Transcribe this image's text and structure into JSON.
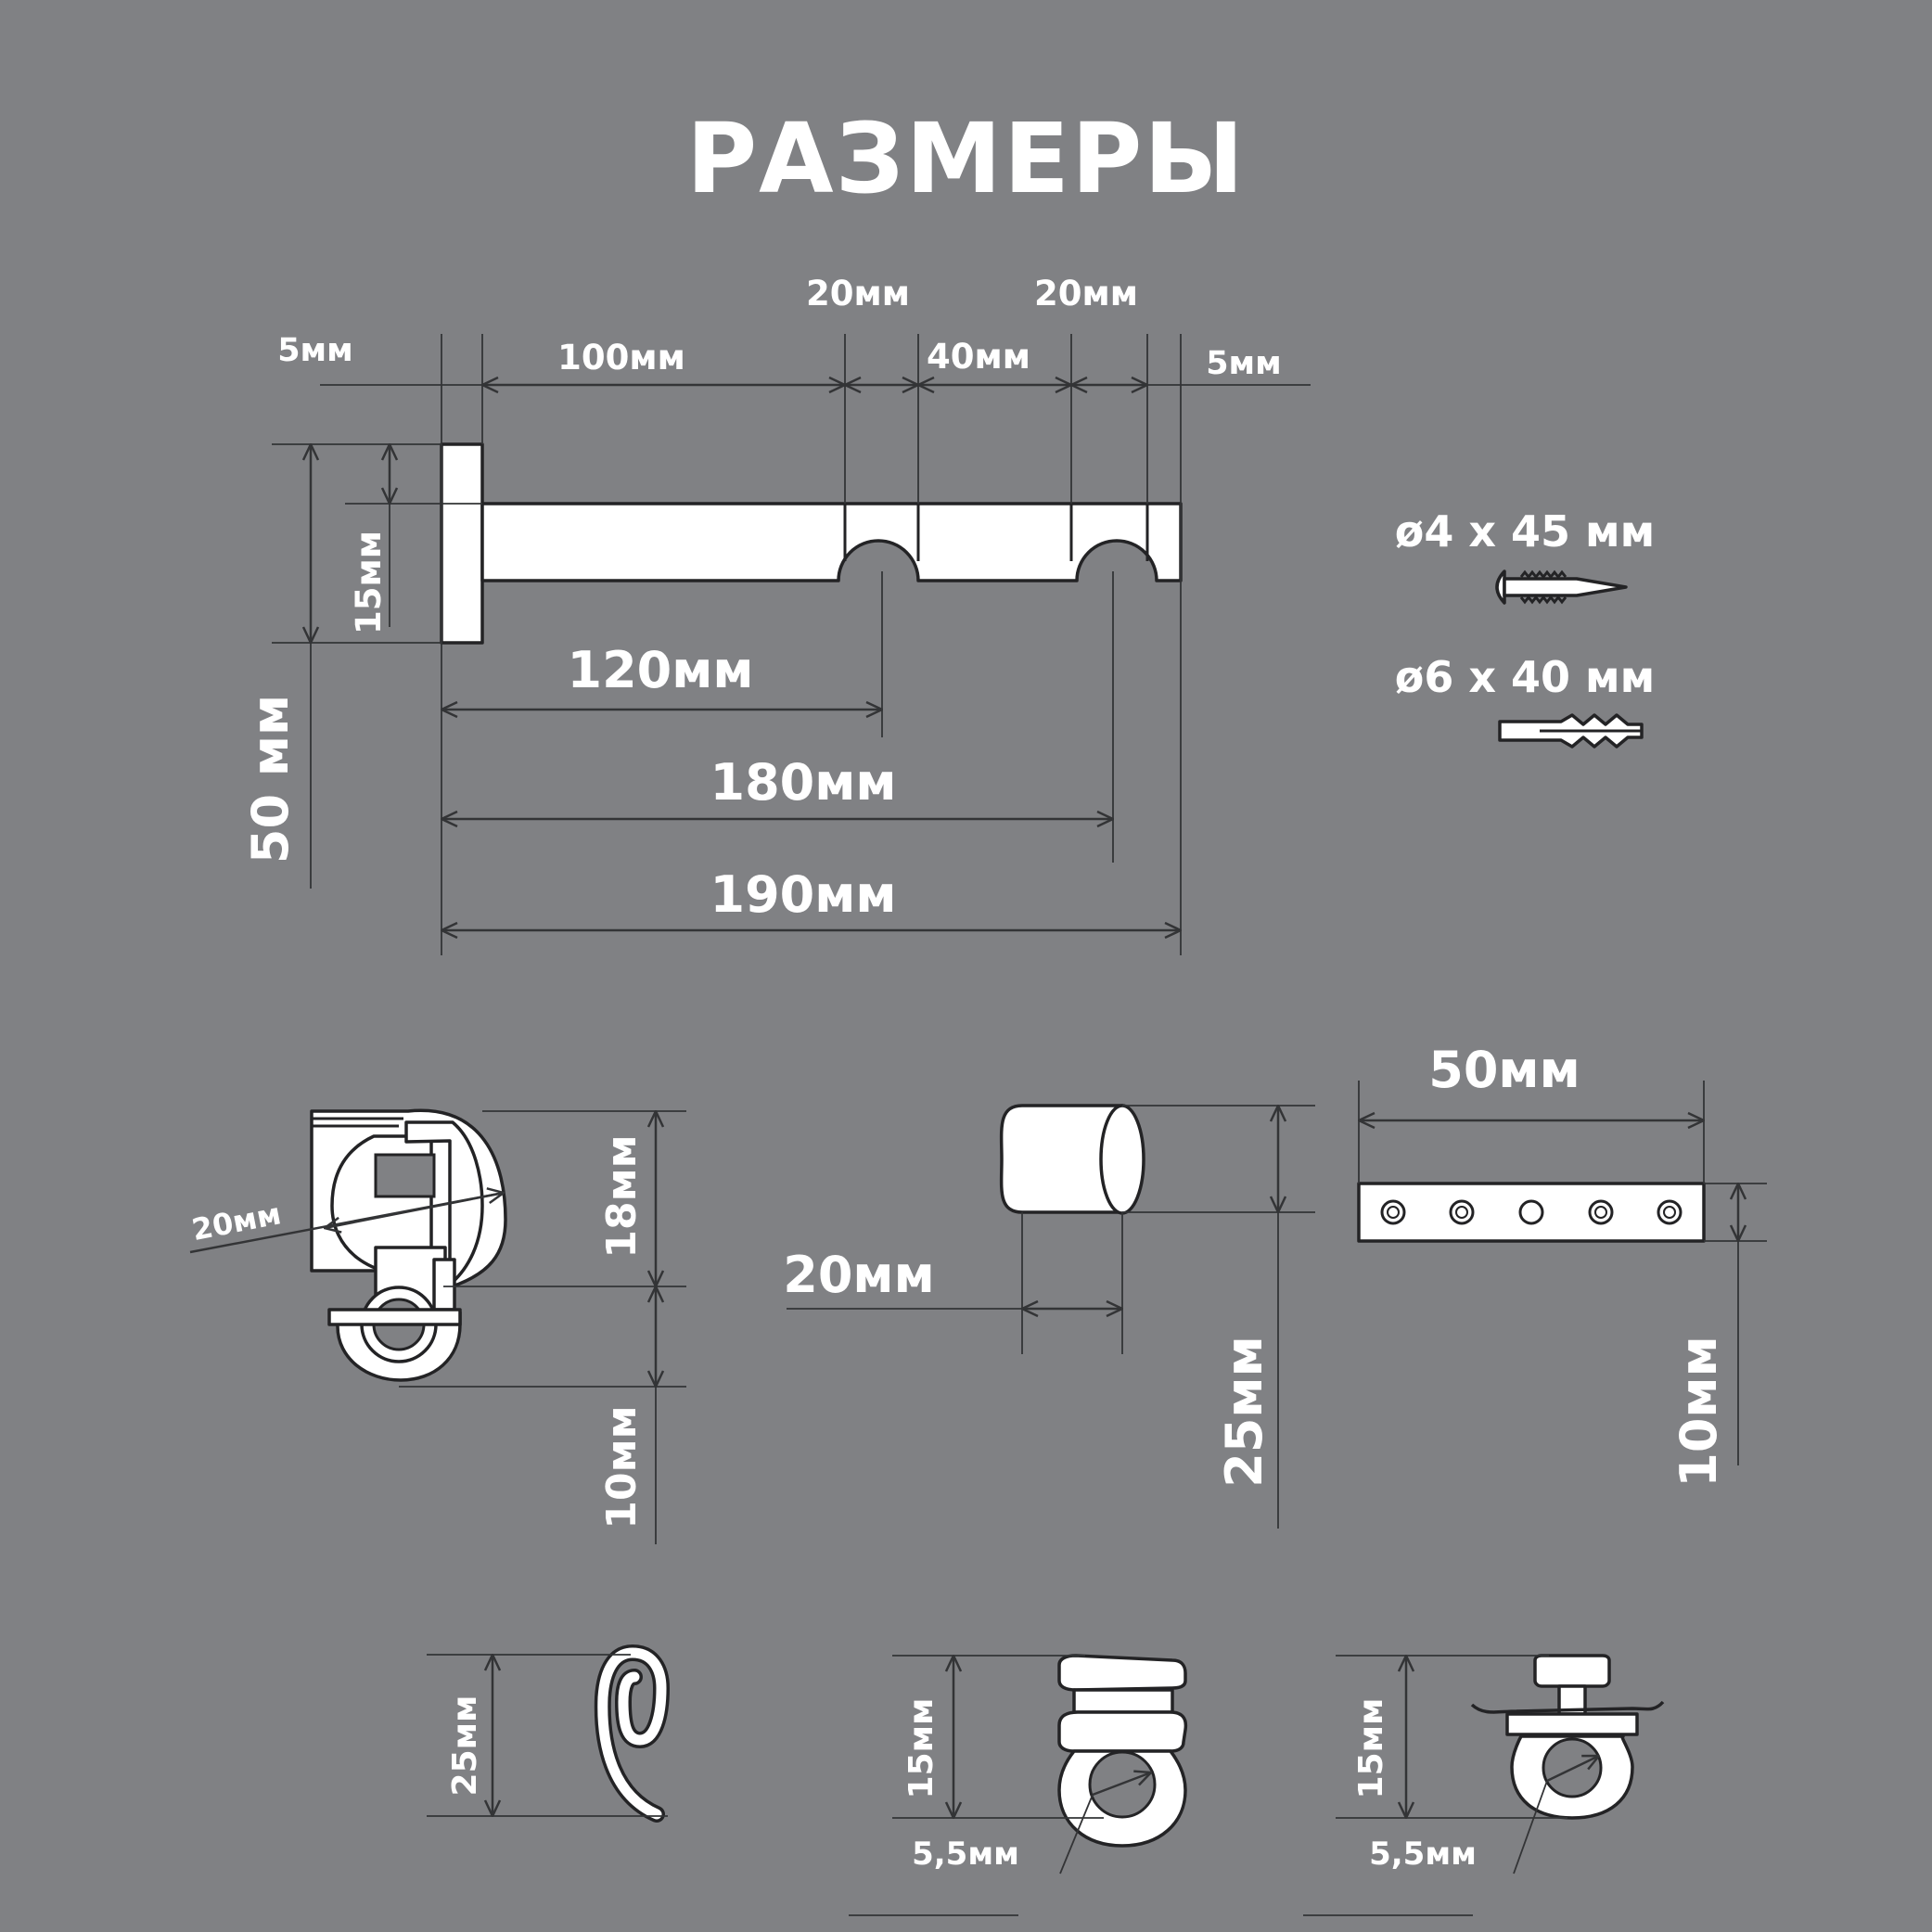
{
  "title": "РАЗМЕРЫ",
  "bracket": {
    "depth_total": "190мм",
    "to_slot2": "180мм",
    "to_slot1": "120мм",
    "plate_width": "5мм",
    "arm_first": "100мм",
    "slot1": "20мм",
    "between": "40мм",
    "slot2": "20мм",
    "tip": "5мм",
    "plate_height": "50 мм",
    "arm_height": "15мм"
  },
  "fasteners": {
    "screw": "ø4 х 45 мм",
    "dowel": "ø6 х 40 мм"
  },
  "profile": {
    "depth": "20мм",
    "height": "18мм",
    "runner": "10мм"
  },
  "end_cap": {
    "length": "20мм",
    "diameter": "25мм"
  },
  "plate": {
    "length": "50мм",
    "height": "10мм"
  },
  "hook": {
    "height": "25мм"
  },
  "runner_a": {
    "height": "15мм",
    "ring": "5,5мм"
  },
  "runner_b": {
    "height": "15мм",
    "ring": "5,5мм"
  }
}
